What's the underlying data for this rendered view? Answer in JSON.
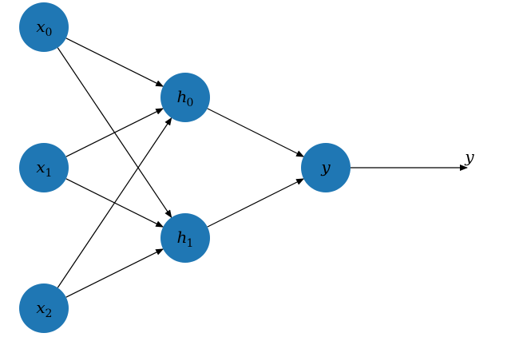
{
  "colors": {
    "node_fill": "#1f77b4",
    "edge": "#000000",
    "label": "#000000"
  },
  "nodes": [
    {
      "id": "x0",
      "base": "x",
      "sub": "0"
    },
    {
      "id": "x1",
      "base": "x",
      "sub": "1"
    },
    {
      "id": "x2",
      "base": "x",
      "sub": "2"
    },
    {
      "id": "h0",
      "base": "h",
      "sub": "0"
    },
    {
      "id": "h1",
      "base": "h",
      "sub": "1"
    },
    {
      "id": "y",
      "base": "y",
      "sub": ""
    }
  ],
  "edges": [
    {
      "from": "x0",
      "to": "h0"
    },
    {
      "from": "x0",
      "to": "h1"
    },
    {
      "from": "x1",
      "to": "h0"
    },
    {
      "from": "x1",
      "to": "h1"
    },
    {
      "from": "x2",
      "to": "h0"
    },
    {
      "from": "x2",
      "to": "h1"
    },
    {
      "from": "h0",
      "to": "y"
    },
    {
      "from": "h1",
      "to": "y"
    }
  ],
  "output": {
    "from": "y",
    "label": "y"
  }
}
